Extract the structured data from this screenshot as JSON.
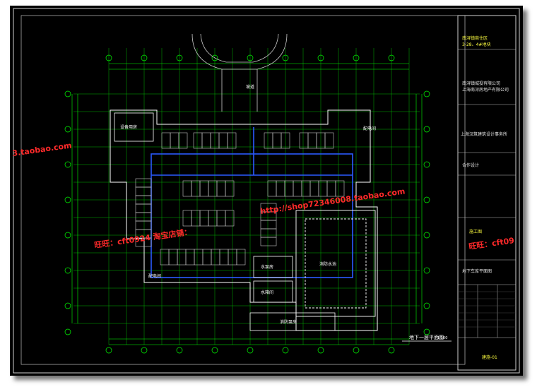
{
  "plan": {
    "title": "地下一层平面图",
    "scale": "1:100",
    "rooms": {
      "fire_pool": "消防水池",
      "fire_pump_room": "消防泵房",
      "water_pump_room": "水泵房",
      "water_tank_room": "水箱间",
      "equipment_room": "设备用房",
      "power_room": "配电间",
      "ramp": "坡道",
      "main_power": "配电间"
    }
  },
  "title_block": {
    "project": "南浔镇商住区",
    "project_sub": "3-28、4#地块",
    "units": [
      "南浔镇城投有限公司",
      "上海南浔房地产有限公司"
    ],
    "designer": "上海汉筑建筑设计事务所",
    "cooperation": "合作设计",
    "drawing_name": "地下车库平面图",
    "drawing_no": "建施-01",
    "stage": "施工图"
  },
  "watermarks": [
    "3.taobao.com",
    "旺旺：cft0924 淘宝店铺：",
    "http://shop72346008.taobao.com",
    "旺旺：cft09"
  ]
}
